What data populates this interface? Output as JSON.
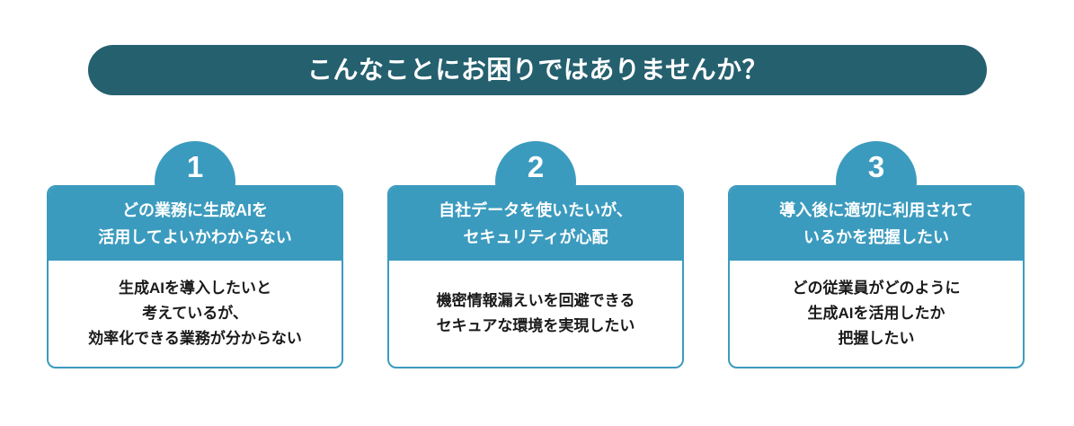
{
  "banner": {
    "title": "こんなことにお困りではありませんか？",
    "background_color": "#25606f",
    "text_color": "#ffffff"
  },
  "theme": {
    "page_background": "#ffffff",
    "accent_teal": "#3b9bbe",
    "dark_teal": "#25606f",
    "body_text_color": "#1a1a1a"
  },
  "cards": [
    {
      "number": "1",
      "header": "どの業務に生成AIを\n活用してよいかわからない",
      "body": "生成AIを導入したいと\n考えているが、\n効率化できる業務が分からない"
    },
    {
      "number": "2",
      "header": "自社データを使いたいが、\nセキュリティが心配",
      "body": "機密情報漏えいを回避できる\nセキュアな環境を実現したい"
    },
    {
      "number": "3",
      "header": "導入後に適切に利用されて\nいるかを把握したい",
      "body": "どの従業員がどのように\n生成AIを活用したか\n把握したい"
    }
  ]
}
